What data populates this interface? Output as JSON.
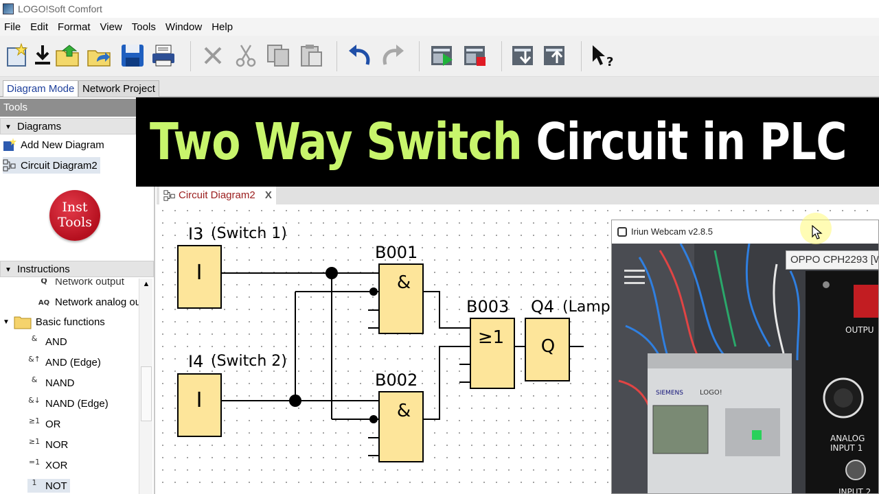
{
  "window": {
    "title": "LOGO!Soft Comfort"
  },
  "menu": [
    "File",
    "Edit",
    "Format",
    "View",
    "Tools",
    "Window",
    "Help"
  ],
  "toolbar": {
    "buttons": [
      "new-icon",
      "open-download-icon",
      "open-folder-icon",
      "open-recent-icon",
      "save-icon",
      "print-icon",
      "cut-icon",
      "scissors-icon",
      "copy-icon",
      "paste-icon",
      "undo-icon",
      "redo-icon",
      "simulation-start-icon",
      "simulation-stop-icon",
      "pc-to-logo-icon",
      "logo-to-pc-icon",
      "context-help-icon"
    ]
  },
  "mode_tabs": {
    "diagram": "Diagram Mode",
    "network": "Network Project"
  },
  "tools_panel": {
    "header": "Tools",
    "diagrams_header": "Diagrams",
    "add_new": "Add New Diagram",
    "current": "Circuit Diagram2",
    "instructions_header": "Instructions",
    "instructions": [
      {
        "icon": "Q",
        "label": "Network output"
      },
      {
        "icon": "AQ",
        "label": "Network analog ou"
      }
    ],
    "basic_folder": "Basic functions",
    "basic_functions": [
      {
        "icon": "&",
        "label": "AND"
      },
      {
        "icon": "&↑",
        "label": "AND (Edge)"
      },
      {
        "icon": "&",
        "label": "NAND"
      },
      {
        "icon": "&↓",
        "label": "NAND (Edge)"
      },
      {
        "icon": "≥1",
        "label": "OR"
      },
      {
        "icon": "≥1",
        "label": "NOR"
      },
      {
        "icon": "=1",
        "label": "XOR"
      },
      {
        "icon": "1",
        "label": "NOT"
      }
    ]
  },
  "logo_text": {
    "line1": "Inst",
    "line2": "Tools"
  },
  "banner": {
    "highlight": "Two Way Switch",
    "rest": "Circuit in PLC"
  },
  "diagram_tab": {
    "label": "Circuit Diagram2",
    "close": "X"
  },
  "diagram": {
    "inputs": [
      {
        "id": "I3",
        "desc": "(Switch 1)",
        "symbol": "I"
      },
      {
        "id": "I4",
        "desc": "(Switch 2)",
        "symbol": "I"
      }
    ],
    "blocks": [
      {
        "id": "B001",
        "symbol": "&"
      },
      {
        "id": "B002",
        "symbol": "&"
      },
      {
        "id": "B003",
        "symbol": "≥1"
      }
    ],
    "output": {
      "id": "Q4",
      "desc": "(Lamp)",
      "symbol": "Q"
    }
  },
  "webcam": {
    "title": "Iriun Webcam v2.8.5",
    "device": "OPPO CPH2293 [W",
    "labels": {
      "output": "OUTPU",
      "analog": "ANALOG",
      "input1": "INPUT 1",
      "input2": "INPUT 2",
      "siemens": "SIEMENS",
      "logo": "LOGO!"
    }
  },
  "colors": {
    "banner_highlight": "#c8f56c",
    "block_fill": "#fde59a",
    "selected_tab_text": "#1d3f9b",
    "diagram_tab_text": "#9a1c1c"
  }
}
